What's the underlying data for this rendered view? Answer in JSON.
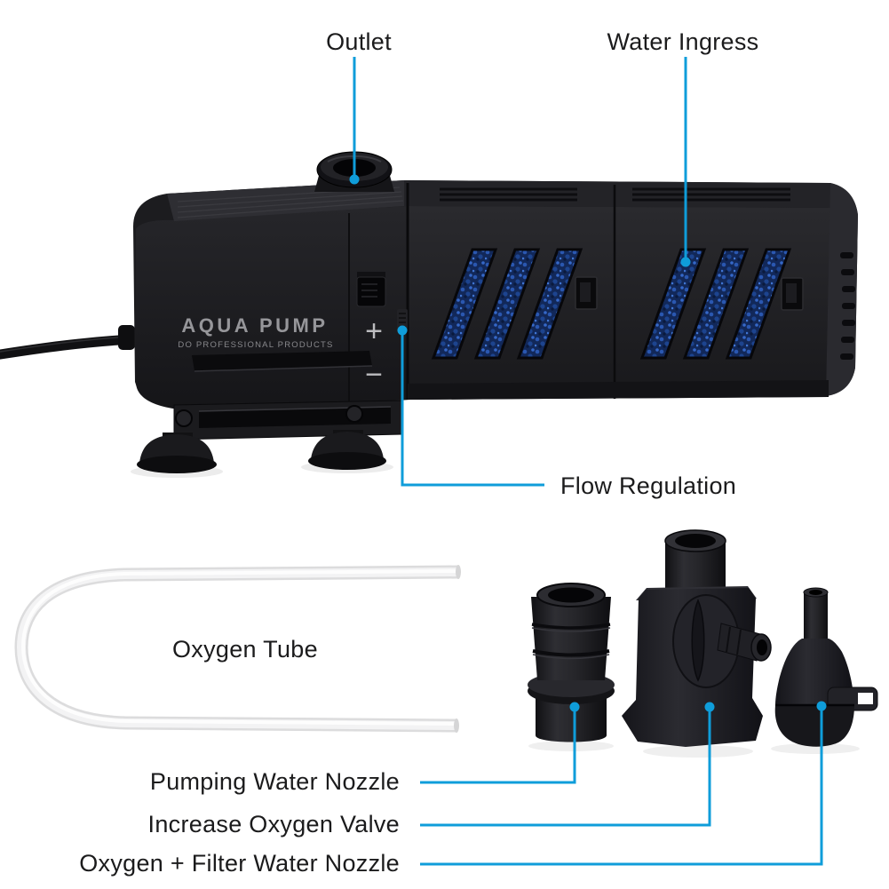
{
  "diagram": {
    "background": "#ffffff",
    "callout_color": "#0f9dda",
    "label_text_color": "#1b1b1c",
    "sponge_color": "#2a57b0",
    "labels": {
      "outlet": "Outlet",
      "water_ingress": "Water Ingress",
      "flow_regulation": "Flow Regulation",
      "oxygen_tube": "Oxygen Tube",
      "pumping_water_nozzle": "Pumping Water Nozzle",
      "increase_oxygen_valve": "Increase Oxygen Valve",
      "oxygen_filter_water_nozzle": "Oxygen + Filter Water Nozzle"
    },
    "device": {
      "brand": "AQUA PUMP",
      "brand_subtitle": "DO PROFESSIONAL PRODUCTS",
      "flow_increase_symbol": "+",
      "flow_decrease_symbol": "−"
    }
  }
}
